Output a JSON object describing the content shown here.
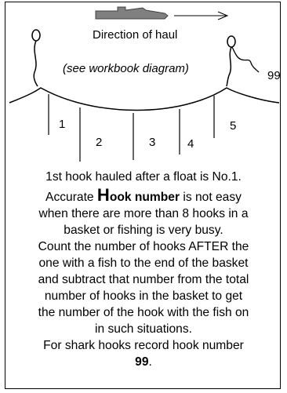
{
  "diagram": {
    "direction_label": "Direction of haul",
    "workbook_note": "(see workbook diagram)",
    "shark_number": "99",
    "hook_numbers": [
      "1",
      "2",
      "3",
      "4",
      "5"
    ]
  },
  "instructions": {
    "line1": "1st hook hauled  after a float is No.1.",
    "line2_pre": "Accurate ",
    "line2_big": "H",
    "line2_bold": "ook number",
    "line2_post": " is not easy",
    "line3": "when there are more than 8 hooks in a",
    "line4": "basket or fishing is very busy.",
    "line5": "Count the number of hooks AFTER the",
    "line6": "one with a fish to the end of the basket",
    "line7": "and subtract that number from the total",
    "line8": "number of hooks in the basket  to get",
    "line9": "the number of the  hook with the fish on",
    "line10": "in such situations.",
    "line11": "For shark hooks record hook number",
    "line12": "99",
    "line12_suffix": "."
  },
  "colors": {
    "boat": "#808080",
    "line": "#000000"
  }
}
